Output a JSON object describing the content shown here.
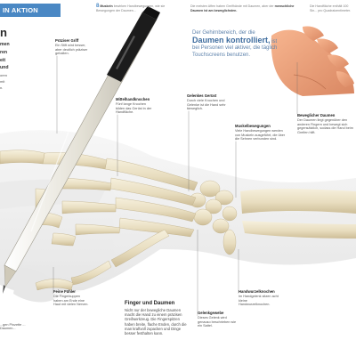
{
  "header": {
    "section_tag": "IN AKTION",
    "stats": [
      {
        "num": "8",
        "lead": "Muskeln",
        "text": "bewirken Handbewegungen, wie sie Bewegungen der Daumen..."
      },
      {
        "num": "",
        "lead": "",
        "text": "Die meisten Affen haben Greifhände mit Daumen, aber der",
        "bold": "menschliche Daumen ist am beweglichsten."
      },
      {
        "num": "",
        "lead": "",
        "text": "Die Handfläche enthält 100 Sin...",
        "bold": "",
        "tail": "pro Quadratzentimeter."
      }
    ]
  },
  "intro": {
    "title": "n",
    "lines": [
      "men",
      "ren",
      "eit",
      "und"
    ],
    "small_lines": [
      "oren",
      "mit",
      "n."
    ]
  },
  "quote": {
    "prefix": "Der Gehirnbereich, der die",
    "highlight": "Daumen kontrolliert,",
    "suffix": "ist bei Personen viel aktiver, die täglich Touchscreens benutzen."
  },
  "callouts": {
    "pointer": {
      "title": "Präziser Griff",
      "body": "Ein Stift wird besser, aber deutlich präziser gehalten."
    },
    "midhand": {
      "title": "Mittelhandknochen",
      "body": "Fünf lange Knochen bilden das Gerüst in der Handfläche."
    },
    "wrist": {
      "title": "Gelenkes Gerüst",
      "body": "Durch viele Knochen und Gelenke ist die Hand sehr beweglich."
    },
    "muscles": {
      "title": "Muskelbewegungen",
      "body": "Viele Handbewegungen werden von Muskeln ausgeführt, die über die Sehnen verbunden sind."
    },
    "flexible": {
      "title": "Beweglicher Daumen",
      "body": "Der Daumen liegt gegenüber den anderen Fingern und bewegt sich gegensätzlich, sodass die Hand beim Greifen hilft."
    },
    "fingertips": {
      "title": "Feine Fühler",
      "body": "Die Fingerkuppen haben am Ende eine Haut mit vielen Nerven."
    },
    "carpal": {
      "title": "Handwurzelknochen",
      "body": "Im Handgelenk sitzen acht kleine Handwurzelknochen."
    },
    "joints": {
      "title": "Gelenkgewebe",
      "body": "Dieses Gelenk wird genauso beschrieben wie ein Sattel."
    },
    "bottomleft": {
      "title": "",
      "body": "...gen Pinzette ... Daumen..."
    }
  },
  "feature": {
    "title": "Finger und Daumen",
    "body": "Nicht nur der bewegliche Daumen macht die Hand zu einem präzisen Greifwerkzeug. Die Fingerspitzen haben breite, flache Enden, durch die man kraftvoll zupacken und Dinge besser festhalten kann."
  },
  "colors": {
    "accent": "#4a88c4",
    "bone": "#efe7cf",
    "skin": "#f0a37b",
    "pen_body": "#d9d6cc",
    "pen_cap": "#1a1a1a"
  }
}
